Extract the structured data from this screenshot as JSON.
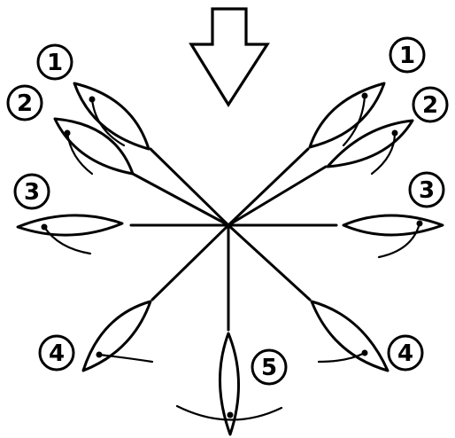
{
  "diagram": {
    "wind_arrow": {
      "icon": "down-arrow-icon"
    },
    "positions": [
      {
        "id": "left-1",
        "label": "1"
      },
      {
        "id": "left-2",
        "label": "2"
      },
      {
        "id": "left-3",
        "label": "3"
      },
      {
        "id": "left-4",
        "label": "4"
      },
      {
        "id": "bottom-5",
        "label": "5"
      },
      {
        "id": "right-4",
        "label": "4"
      },
      {
        "id": "right-3",
        "label": "3"
      },
      {
        "id": "right-2",
        "label": "2"
      },
      {
        "id": "right-1",
        "label": "1"
      }
    ]
  }
}
